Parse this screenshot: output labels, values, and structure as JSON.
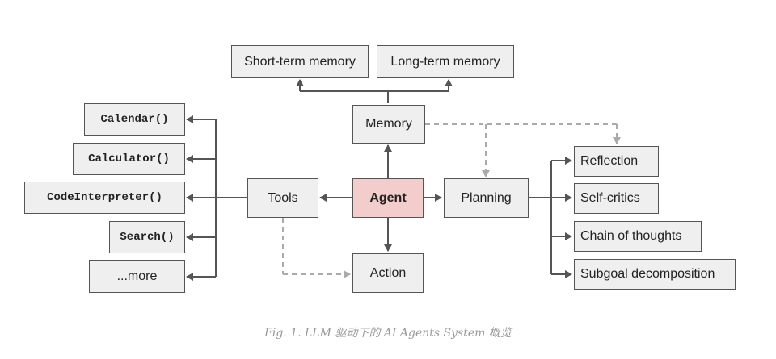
{
  "diagram": {
    "nodes": {
      "short_term_memory": "Short-term memory",
      "long_term_memory": "Long-term memory",
      "memory": "Memory",
      "agent": "Agent",
      "tools": "Tools",
      "planning": "Planning",
      "action": "Action",
      "calendar": "Calendar()",
      "calculator": "Calculator()",
      "code_interpreter": "CodeInterpreter()",
      "search": "Search()",
      "more": "...more",
      "reflection": "Reflection",
      "self_critics": "Self-critics",
      "chain_of_thoughts": "Chain of thoughts",
      "subgoal_decomposition": "Subgoal decomposition"
    },
    "colors": {
      "node_fill": "#efefef",
      "agent_fill": "#f3cccc",
      "border": "#555555",
      "solid_arrow": "#555555",
      "dashed_arrow": "#aaaaaa"
    }
  },
  "caption": "Fig. 1. LLM 驱动下的 AI Agents System 概览"
}
